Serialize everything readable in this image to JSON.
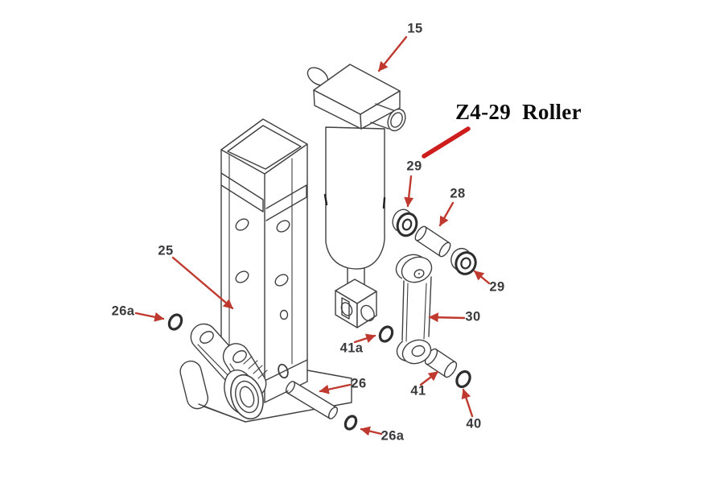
{
  "diagram": {
    "title": "Z4-29  Roller",
    "callouts": {
      "c15": "15",
      "c25": "25",
      "c26": "26",
      "c26a_left": "26a",
      "c26a_bottom": "26a",
      "c28": "28",
      "c29_top": "29",
      "c29_right": "29",
      "c30": "30",
      "c40": "40",
      "c41": "41",
      "c41a": "41a"
    },
    "colors": {
      "background": "#ffffff",
      "linework": "#3f3f41",
      "label_text": "#3a3a3c",
      "title_text": "#0c0c0c",
      "leader_red": "#bf392f",
      "highlight_red": "#cd1d1d"
    }
  }
}
